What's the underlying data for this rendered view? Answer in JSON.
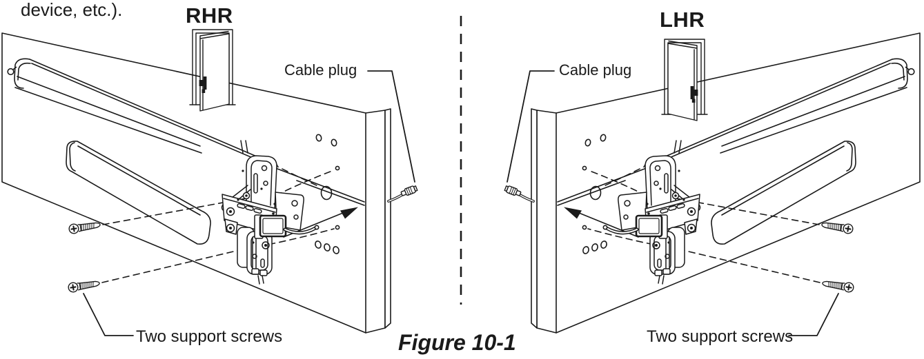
{
  "figure": {
    "intro_text": "device, etc.).",
    "caption": "Figure 10-1",
    "background_color": "#ffffff",
    "line_color": "#1a1a1a",
    "divider_style": "dashed-vertical"
  },
  "panels": {
    "left": {
      "handing_label": "RHR",
      "door_icon": "door-right-hand-reverse-icon",
      "cable_plug_label": "Cable plug",
      "support_screws_label": "Two support screws"
    },
    "right": {
      "handing_label": "LHR",
      "door_icon": "door-left-hand-reverse-icon",
      "cable_plug_label": "Cable plug",
      "support_screws_label": "Two support screws"
    }
  }
}
